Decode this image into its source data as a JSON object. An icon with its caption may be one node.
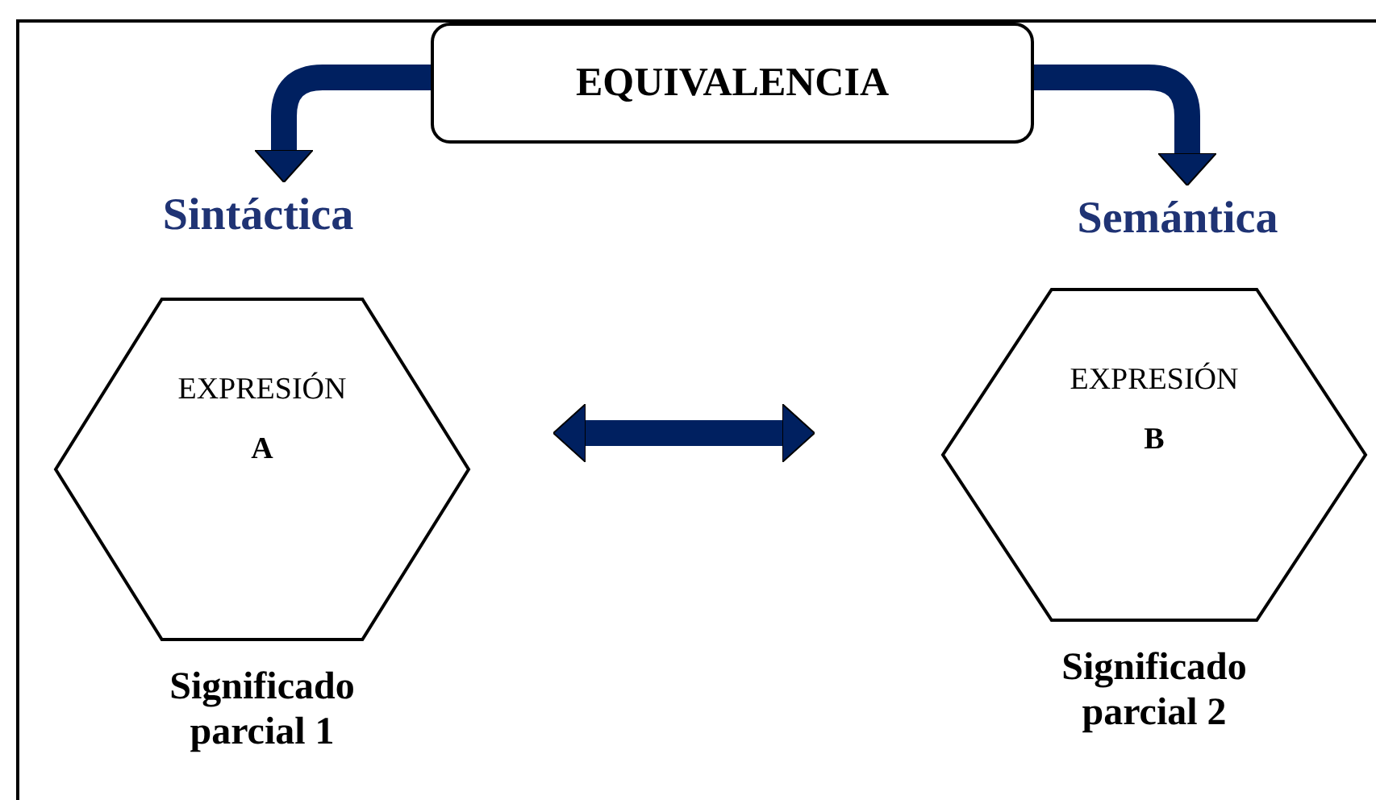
{
  "diagram": {
    "nodes": [
      {
        "text": [
          "EQUIVALENCIA"
        ]
      },
      {
        "text": [
          "Sintáctica"
        ]
      },
      {
        "text": [
          "Semántica"
        ]
      },
      {
        "text": [
          "EXPRESIÓN",
          "A"
        ],
        "beside": [
          "Significado parcial 1"
        ]
      },
      {
        "text": [
          "EXPRESIÓN",
          "B"
        ],
        "beside": [
          "Significado parcial 2"
        ]
      }
    ],
    "edges": [
      {
        "from": 0,
        "to": 1,
        "arrow": "to"
      },
      {
        "from": 0,
        "to": 2,
        "arrow": "to"
      },
      {
        "from": 3,
        "to": 4,
        "arrow": "both"
      }
    ]
  }
}
